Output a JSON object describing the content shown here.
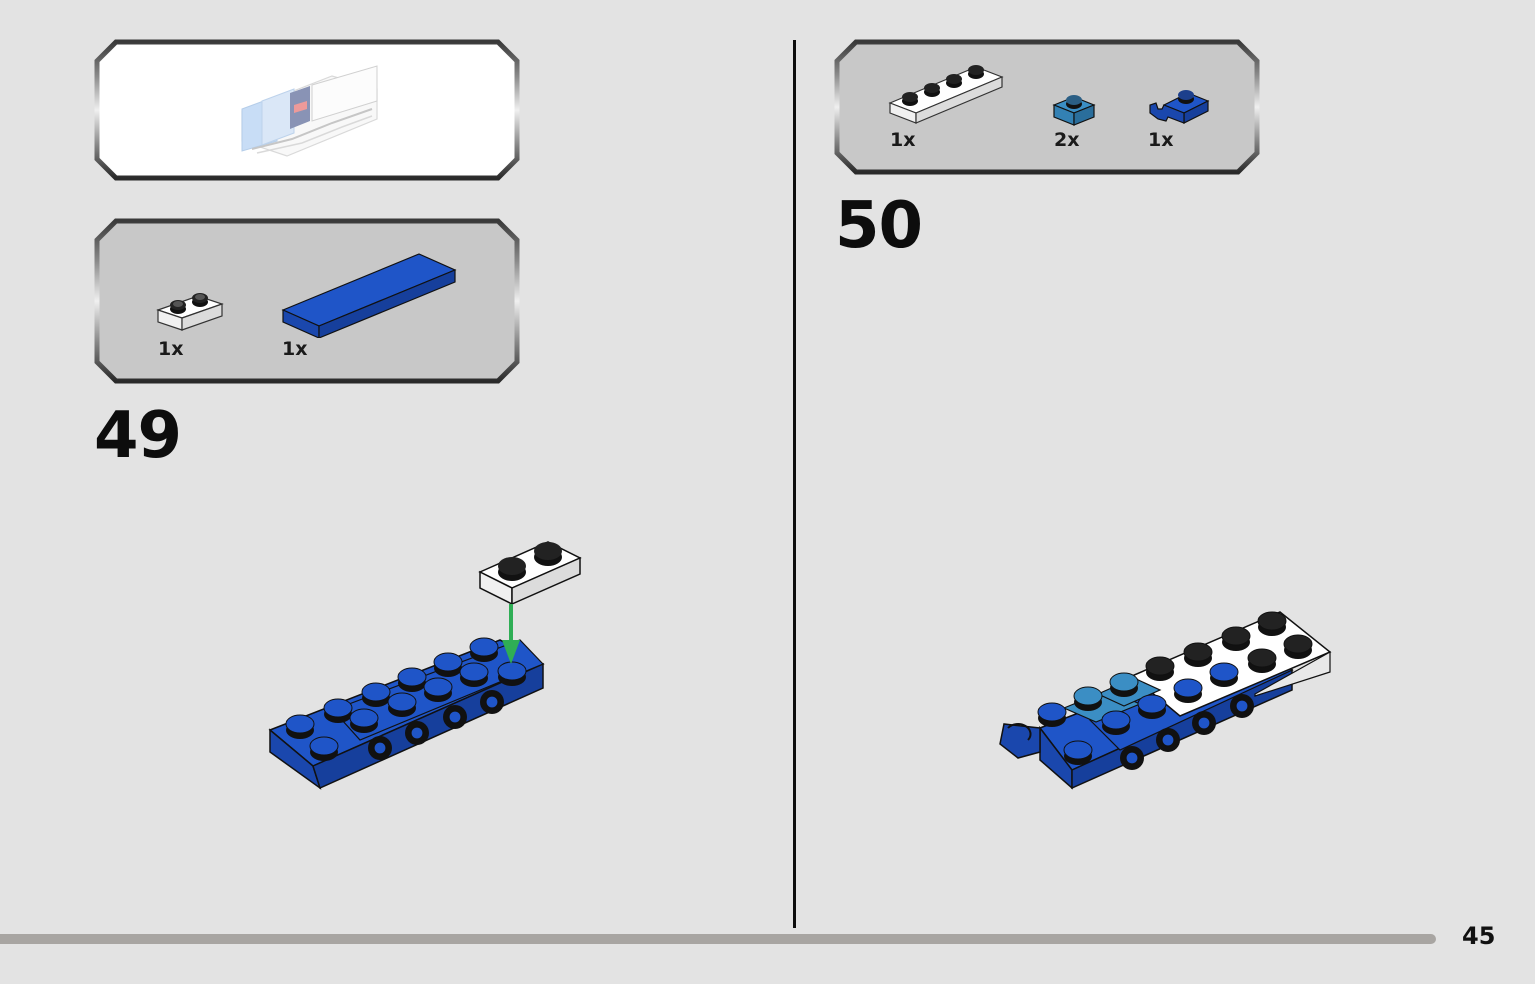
{
  "steps": [
    {
      "number": "49",
      "submodel_callout": {
        "icon": "submodel-preview-icon"
      },
      "parts_callout": {
        "parts": [
          {
            "icon": "white-plate-1x2-icon",
            "qty": "1x"
          },
          {
            "icon": "blue-plate-2x6-side-studs-icon",
            "qty": "1x"
          }
        ]
      }
    },
    {
      "number": "50",
      "parts_callout": {
        "parts": [
          {
            "icon": "white-plate-1x4-icon",
            "qty": "1x"
          },
          {
            "icon": "medium-blue-plate-1x1-icon",
            "qty": "2x"
          },
          {
            "icon": "blue-plate-clip-icon",
            "qty": "1x"
          }
        ]
      }
    }
  ],
  "page": {
    "number": "45"
  },
  "colors": {
    "background": "#e3e3e3",
    "callout_fill": "#c8c8c8",
    "brick_blue": "#1f55c8",
    "brick_medium_blue": "#3b8ec4",
    "brick_white": "#ffffff",
    "arrow_green": "#2fae55"
  }
}
